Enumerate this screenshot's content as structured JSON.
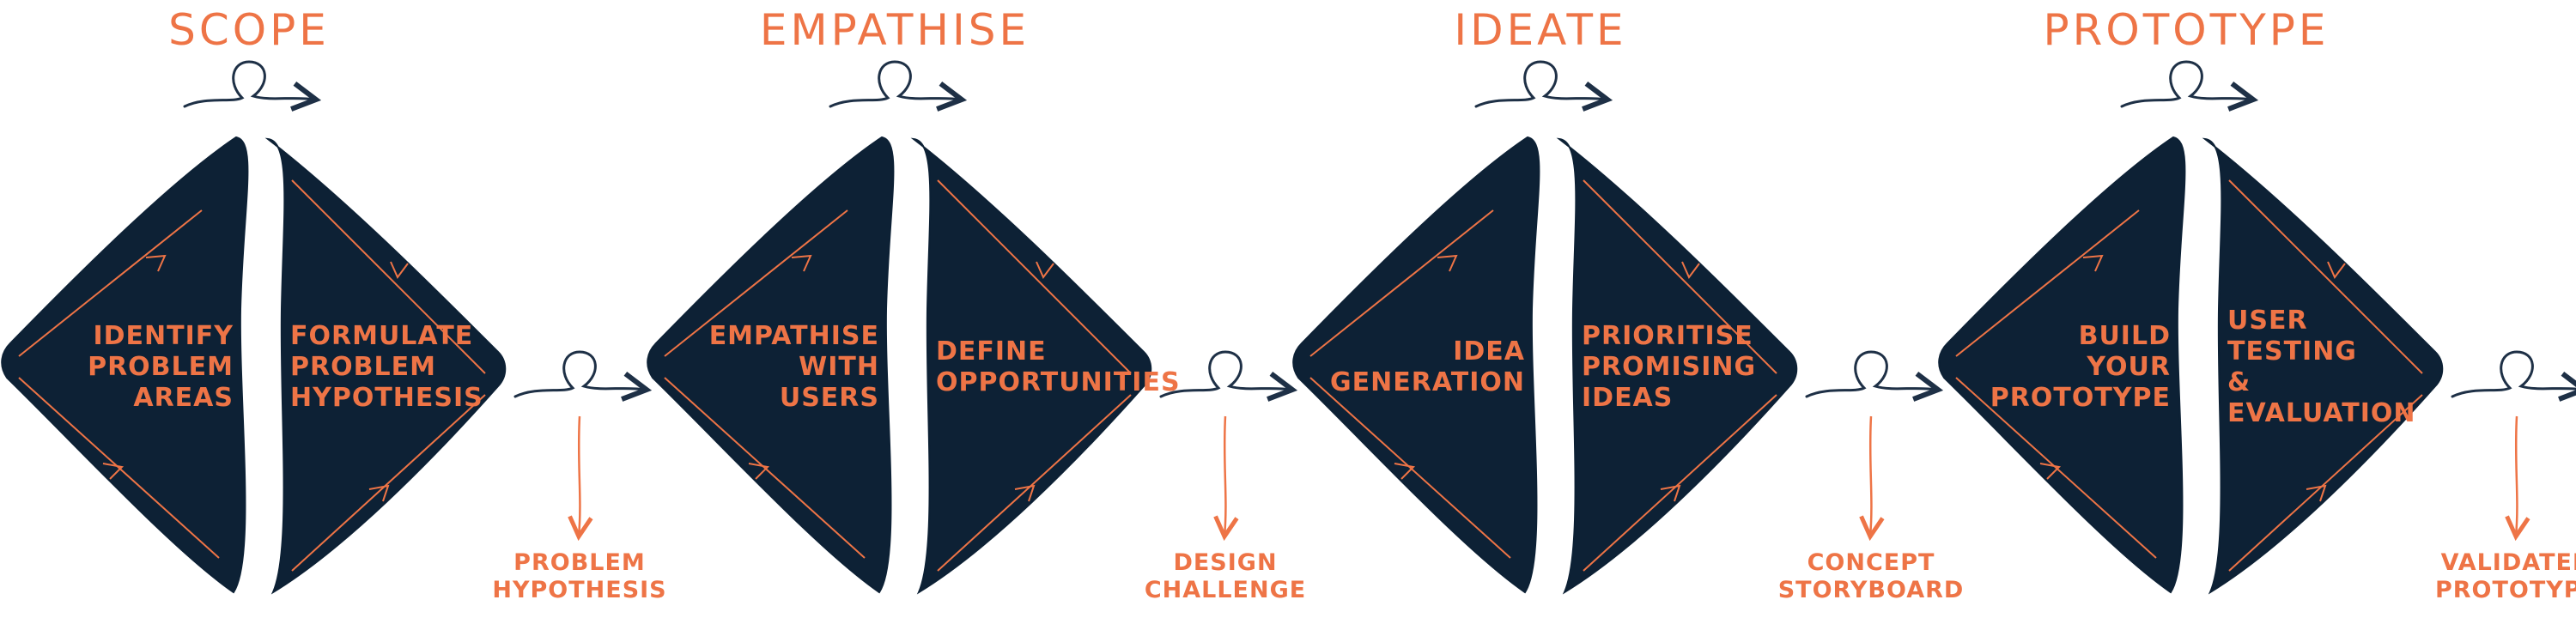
{
  "colors": {
    "accent": "#ee7446",
    "diamond": "#0d2135",
    "ink": "#1e3046"
  },
  "stages": [
    {
      "title": "SCOPE",
      "left": "IDENTIFY\nPROBLEM\nAREAS",
      "right": "FORMULATE\nPROBLEM\nHYPOTHESIS",
      "output": "PROBLEM\nHYPOTHESIS"
    },
    {
      "title": "EMPATHISE",
      "left": "EMPATHISE\nWITH\nUSERS",
      "right": "DEFINE\nOPPORTUNITIES",
      "output": "DESIGN\nCHALLENGE"
    },
    {
      "title": "IDEATE",
      "left": "IDEA\nGENERATION",
      "right": "PRIORITISE\nPROMISING\nIDEAS",
      "output": "CONCEPT\nSTORYBOARD"
    },
    {
      "title": "PROTOTYPE",
      "left": "BUILD\nYOUR\nPROTOTYPE",
      "right": "USER\nTESTING\n&\nEVALUATION",
      "output": "VALIDATED\nPROTOTYPE"
    }
  ],
  "icons": {
    "loop": "loop-arrow-icon",
    "down": "down-arrow-icon"
  }
}
